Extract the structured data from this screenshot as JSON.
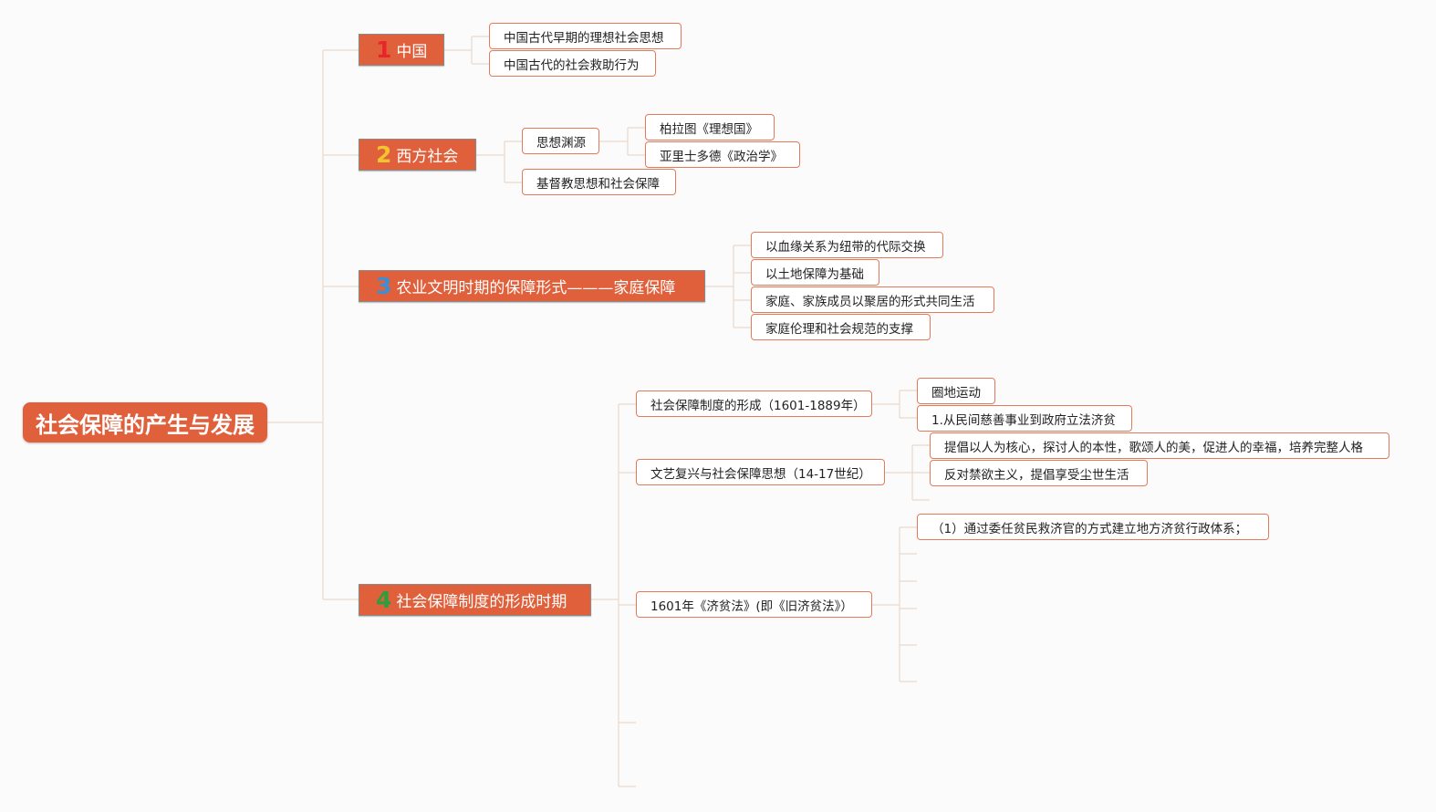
{
  "colors": {
    "accent": "#e0603c",
    "leaf_border": "#e47a5a",
    "connector": "#ead9cc",
    "num1": "#e8262a",
    "num2": "#f4c430",
    "num3": "#3a8fd6",
    "num4": "#2e9e3c"
  },
  "root": {
    "title": "社会保障的产生与发展"
  },
  "branches": [
    {
      "num": "1",
      "title": "中国",
      "children": [
        "中国古代早期的理想社会思想",
        "中国古代的社会救助行为"
      ]
    },
    {
      "num": "2",
      "title": "西方社会",
      "children": [
        {
          "label": "思想渊源",
          "children": [
            "柏拉图《理想国》",
            "亚里士多德《政治学》"
          ]
        },
        {
          "label": "基督教思想和社会保障"
        }
      ]
    },
    {
      "num": "3",
      "title": "农业文明时期的保障形式———家庭保障",
      "children": [
        "以血缘关系为纽带的代际交换",
        "以土地保障为基础",
        "家庭、家族成员以聚居的形式共同生活",
        "家庭伦理和社会规范的支撑"
      ]
    },
    {
      "num": "4",
      "title": "社会保障制度的形成时期",
      "children": [
        {
          "label": "社会保障制度的形成（1601-1889年）",
          "children": [
            "圈地运动",
            "1.从民间慈善事业到政府立法济贫"
          ]
        },
        {
          "label": "文艺复兴与社会保障思想（14-17世纪）",
          "children": [
            "提倡以人为核心，探讨人的本性，歌颂人的美，促进人的幸福，培养完整人格",
            "反对禁欲主义，提倡享受尘世生活"
          ]
        },
        {
          "label": "1601年《济贫法》(即《旧济贫法》）",
          "children": [
            "（1）通过委任贫民救济官的方式建立地方济贫行政体系；"
          ]
        }
      ]
    }
  ]
}
